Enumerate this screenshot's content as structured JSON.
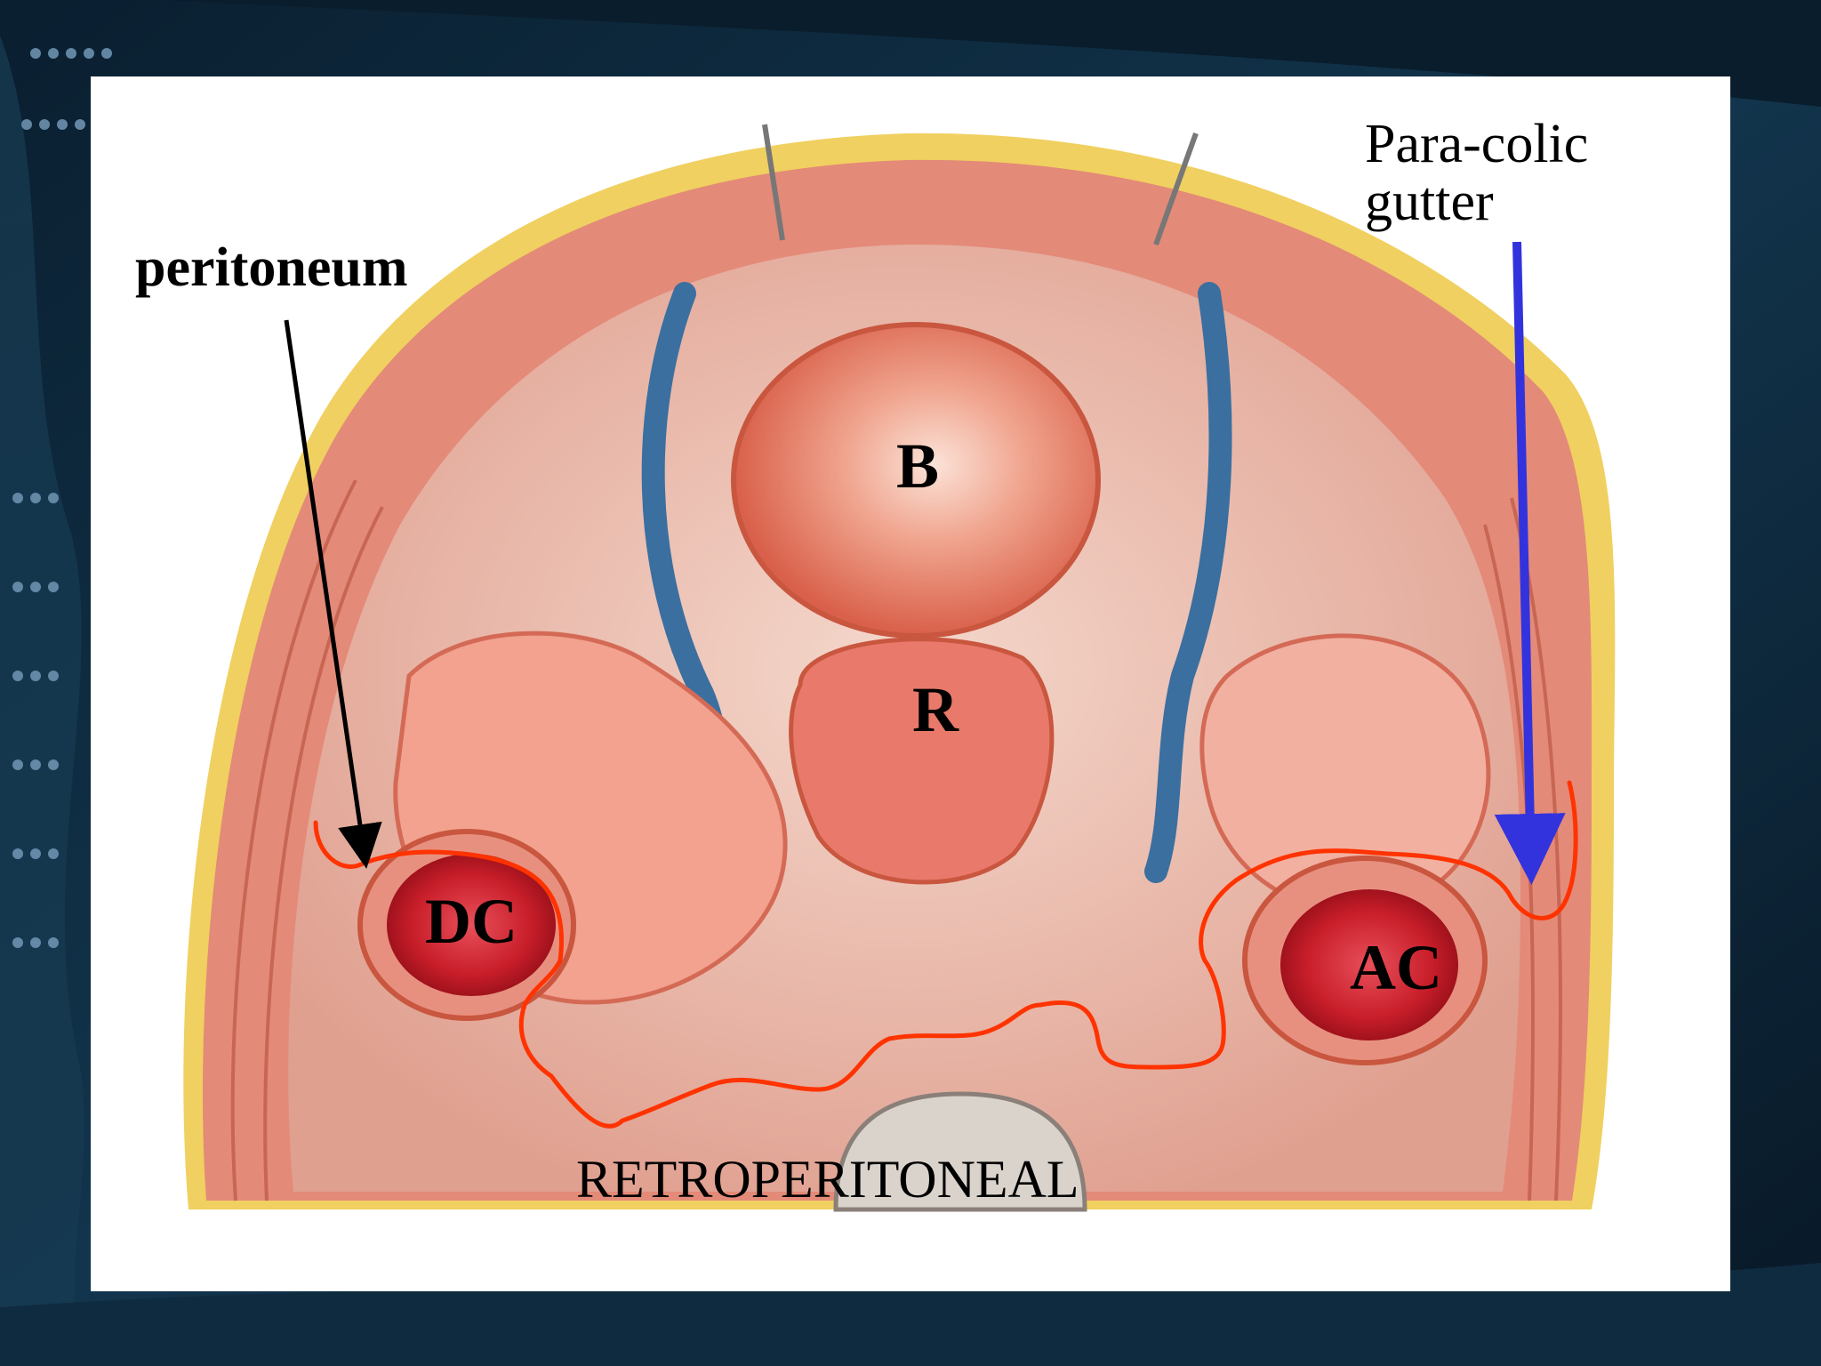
{
  "labels": {
    "peritoneum": "peritoneum",
    "paracolic_line1": "Para-colic",
    "paracolic_line2": "gutter",
    "bladder": "B",
    "rectum": "R",
    "descending_colon": "DC",
    "ascending_colon": "AC",
    "retroperitoneal": "RETROPERITONEAL"
  },
  "colors": {
    "background": "#0d2638",
    "slide": "#ffffff",
    "peritoneum_outline": "#ff3300",
    "paracolic_arrow": "#3333dd",
    "peritoneum_arrow": "#000000",
    "muscle": "#e48a78",
    "fat": "#f0d060",
    "vessel": "#3a6fa0",
    "colon_lumen": "#c81e2a"
  }
}
